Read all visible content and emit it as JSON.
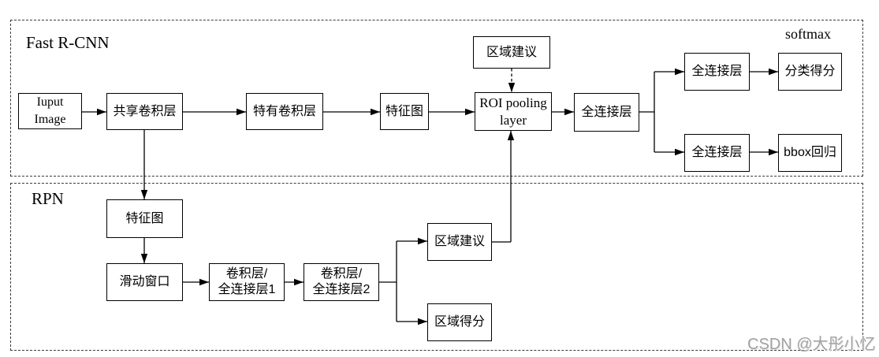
{
  "diagram": {
    "regions": {
      "fast_rcnn_label": "Fast R-CNN",
      "rpn_label": "RPN"
    },
    "annotations": {
      "softmax_label": "softmax",
      "watermark": "CSDN @大彤小忆"
    },
    "nodes": {
      "input_image": {
        "line1": "Iuput",
        "line2": "Image"
      },
      "shared_conv": {
        "label": "共享卷积层"
      },
      "unique_conv": {
        "label": "特有卷积层"
      },
      "feature_map_top": {
        "label": "特征图"
      },
      "region_proposal_top": {
        "label": "区域建议"
      },
      "roi_pooling": {
        "line1": "ROI pooling",
        "line2": "layer"
      },
      "fc_main": {
        "label": "全连接层"
      },
      "fc_cls": {
        "label": "全连接层"
      },
      "cls_score": {
        "label": "分类得分"
      },
      "fc_bbox": {
        "label": "全连接层"
      },
      "bbox_reg": {
        "label": "bbox回归"
      },
      "feature_map_rpn": {
        "label": "特征图"
      },
      "sliding_window": {
        "label": "滑动窗口"
      },
      "conv_fc1": {
        "line1": "卷积层/",
        "line2": "全连接层1"
      },
      "conv_fc2": {
        "line1": "卷积层/",
        "line2": "全连接层2"
      },
      "region_proposal_rpn": {
        "label": "区域建议"
      },
      "region_score": {
        "label": "区域得分"
      }
    },
    "edges": [
      {
        "from": "input_image",
        "to": "shared_conv",
        "style": "solid"
      },
      {
        "from": "shared_conv",
        "to": "unique_conv",
        "style": "solid"
      },
      {
        "from": "unique_conv",
        "to": "feature_map_top",
        "style": "solid"
      },
      {
        "from": "feature_map_top",
        "to": "roi_pooling",
        "style": "solid"
      },
      {
        "from": "region_proposal_top",
        "to": "roi_pooling",
        "style": "dashed"
      },
      {
        "from": "roi_pooling",
        "to": "fc_main",
        "style": "solid"
      },
      {
        "from": "fc_main",
        "to": "fc_cls",
        "style": "solid"
      },
      {
        "from": "fc_main",
        "to": "fc_bbox",
        "style": "solid"
      },
      {
        "from": "fc_cls",
        "to": "cls_score",
        "style": "solid"
      },
      {
        "from": "fc_bbox",
        "to": "bbox_reg",
        "style": "solid"
      },
      {
        "from": "shared_conv",
        "to": "feature_map_rpn",
        "style": "solid"
      },
      {
        "from": "feature_map_rpn",
        "to": "sliding_window",
        "style": "solid"
      },
      {
        "from": "sliding_window",
        "to": "conv_fc1",
        "style": "solid"
      },
      {
        "from": "conv_fc1",
        "to": "conv_fc2",
        "style": "solid"
      },
      {
        "from": "conv_fc2",
        "to": "region_proposal_rpn",
        "style": "solid"
      },
      {
        "from": "conv_fc2",
        "to": "region_score",
        "style": "solid"
      },
      {
        "from": "region_proposal_rpn",
        "to": "roi_pooling",
        "style": "solid"
      }
    ],
    "colors": {
      "line": "#000000",
      "node_border": "#000000",
      "region_border": "#3a3a3a",
      "background": "#ffffff",
      "watermark": "#a3a3a3"
    }
  }
}
